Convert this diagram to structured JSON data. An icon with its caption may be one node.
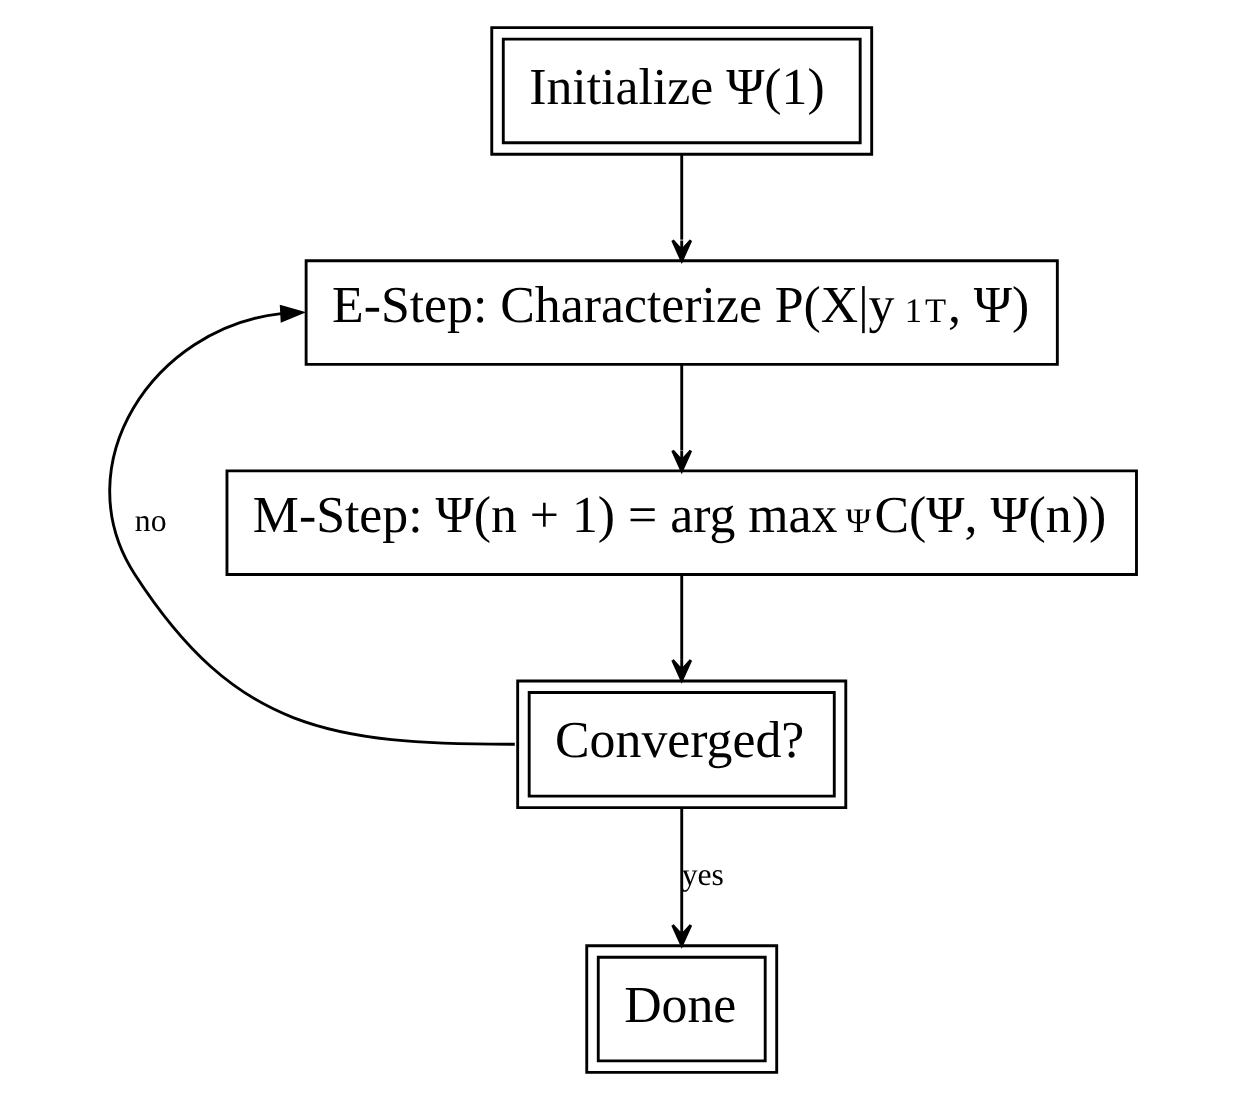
{
  "diagram": {
    "nodes": [
      {
        "text": [
          "Initialize Ψ(1)"
        ]
      },
      {
        "text": [
          "E-Step: Characterize P(X|y$_{1}$$^{T}$, Ψ)"
        ]
      },
      {
        "text": [
          "M-Step: Ψ(n + 1) = arg max$_{Ψ}$C(Ψ, Ψ(n))"
        ]
      },
      {
        "text": [
          "Converged?"
        ]
      },
      {
        "text": [
          "Done"
        ]
      }
    ],
    "edges": [
      {
        "from": 0,
        "to": 1,
        "arrow": "to"
      },
      {
        "from": 1,
        "to": 2,
        "arrow": "to"
      },
      {
        "from": 2,
        "to": 3,
        "arrow": "to"
      },
      {
        "from": 3,
        "to": 4,
        "arrow": "to",
        "label": "yes"
      },
      {
        "from": 3,
        "to": 1,
        "arrow": "to",
        "label": "no"
      }
    ]
  }
}
